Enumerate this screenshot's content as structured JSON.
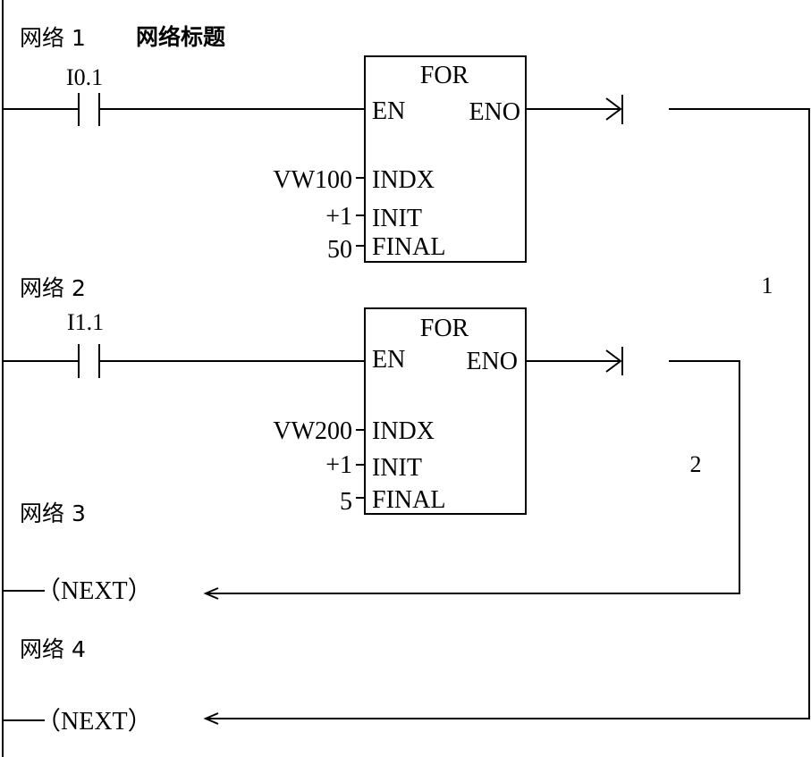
{
  "networks": [
    {
      "label": "网络 1",
      "title": "网络标题",
      "contact": "I0.1",
      "block": {
        "name": "FOR",
        "en": "EN",
        "eno": "ENO",
        "indx_label": "INDX",
        "init_label": "INIT",
        "final_label": "FINAL",
        "indx": "VW100",
        "init": "+1",
        "final": "50"
      },
      "loop_label": "1"
    },
    {
      "label": "网络 2",
      "contact": "I1.1",
      "block": {
        "name": "FOR",
        "en": "EN",
        "eno": "ENO",
        "indx_label": "INDX",
        "init_label": "INIT",
        "final_label": "FINAL",
        "indx": "VW200",
        "init": "+1",
        "final": "5"
      },
      "loop_label": "2"
    },
    {
      "label": "网络 3",
      "coil": "（NEXT）"
    },
    {
      "label": "网络 4",
      "coil": "（NEXT）"
    }
  ]
}
